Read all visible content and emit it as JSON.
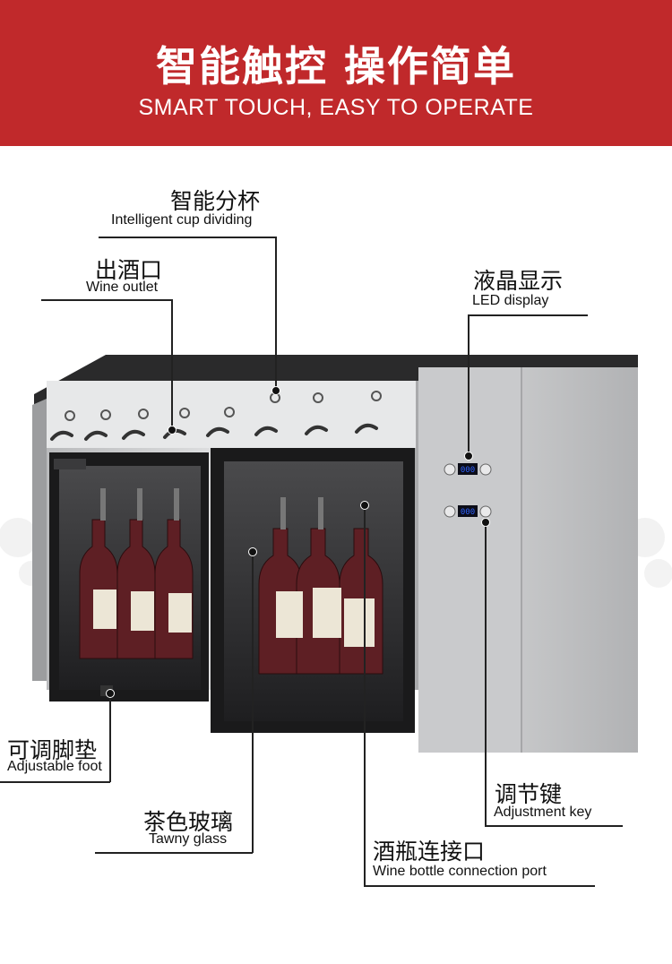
{
  "banner": {
    "title": "智能触控 操作简单",
    "subtitle": "SMART TOUCH, EASY TO OPERATE"
  },
  "labels": {
    "cup_dividing": {
      "cn": "智能分杯",
      "en": "Intelligent cup dividing"
    },
    "wine_outlet": {
      "cn": "出酒口",
      "en": "Wine outlet"
    },
    "led_display": {
      "cn": "液晶显示",
      "en": "LED display"
    },
    "adjustable_foot": {
      "cn": "可调脚垫",
      "en": "Adjustable foot"
    },
    "tawny_glass": {
      "cn": "茶色玻璃",
      "en": "Tawny glass"
    },
    "adjustment_key": {
      "cn": "调节键",
      "en": "Adjustment key"
    },
    "bottle_port": {
      "cn": "酒瓶连接口",
      "en": "Wine bottle connection port"
    }
  },
  "colors": {
    "banner": "#c0292b",
    "cabinet_steel": "#c9cacb",
    "glass_door": "#2b2b2d",
    "display_digits": "#2f62ff"
  }
}
